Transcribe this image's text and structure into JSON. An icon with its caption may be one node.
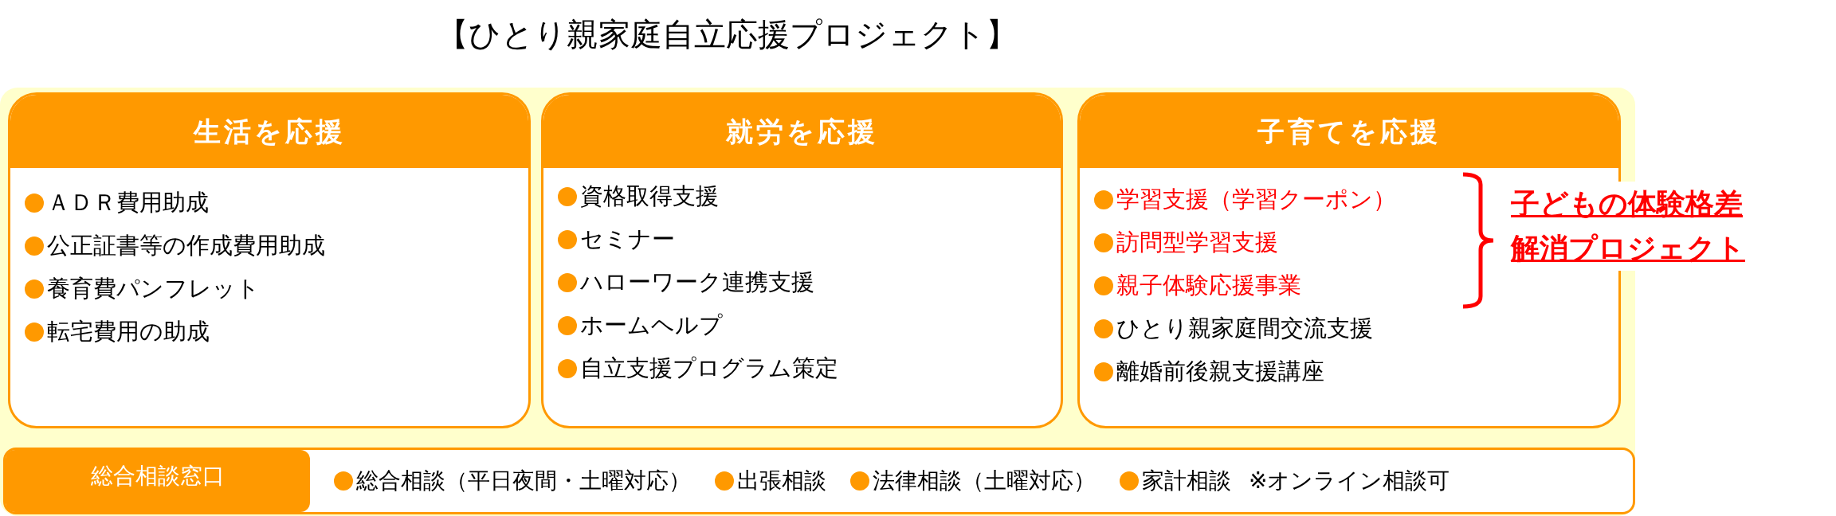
{
  "diagram": {
    "title": "【ひとり親家庭自立応援プロジェクト】",
    "nodes": [
      {
        "text": [
          "生活を応援",
          "ＡＤＲ費用助成",
          "公正証書等の作成費用助成",
          "養育費パンフレット",
          "転宅費用の助成"
        ]
      },
      {
        "text": [
          "就労を応援",
          "資格取得支援",
          "セミナー",
          "ハローワーク連携支援",
          "ホームヘルプ",
          "自立支援プログラム策定"
        ]
      },
      {
        "text": [
          "子育てを応援",
          "学習支援（学習クーポン）",
          "訪問型学習支援",
          "親子体験応援事業",
          "ひとり親家庭間交流支援",
          "離婚前後親支援講座"
        ]
      },
      {
        "text": [
          "総合相談窓口",
          "総合相談（平日夜間・土曜対応）",
          "出張相談",
          "法律相談（土曜対応）",
          "家計相談",
          "※オンライン相談可"
        ]
      }
    ],
    "edges": [],
    "labels": [
      "子どもの体験格差解消プロジェクト"
    ]
  }
}
